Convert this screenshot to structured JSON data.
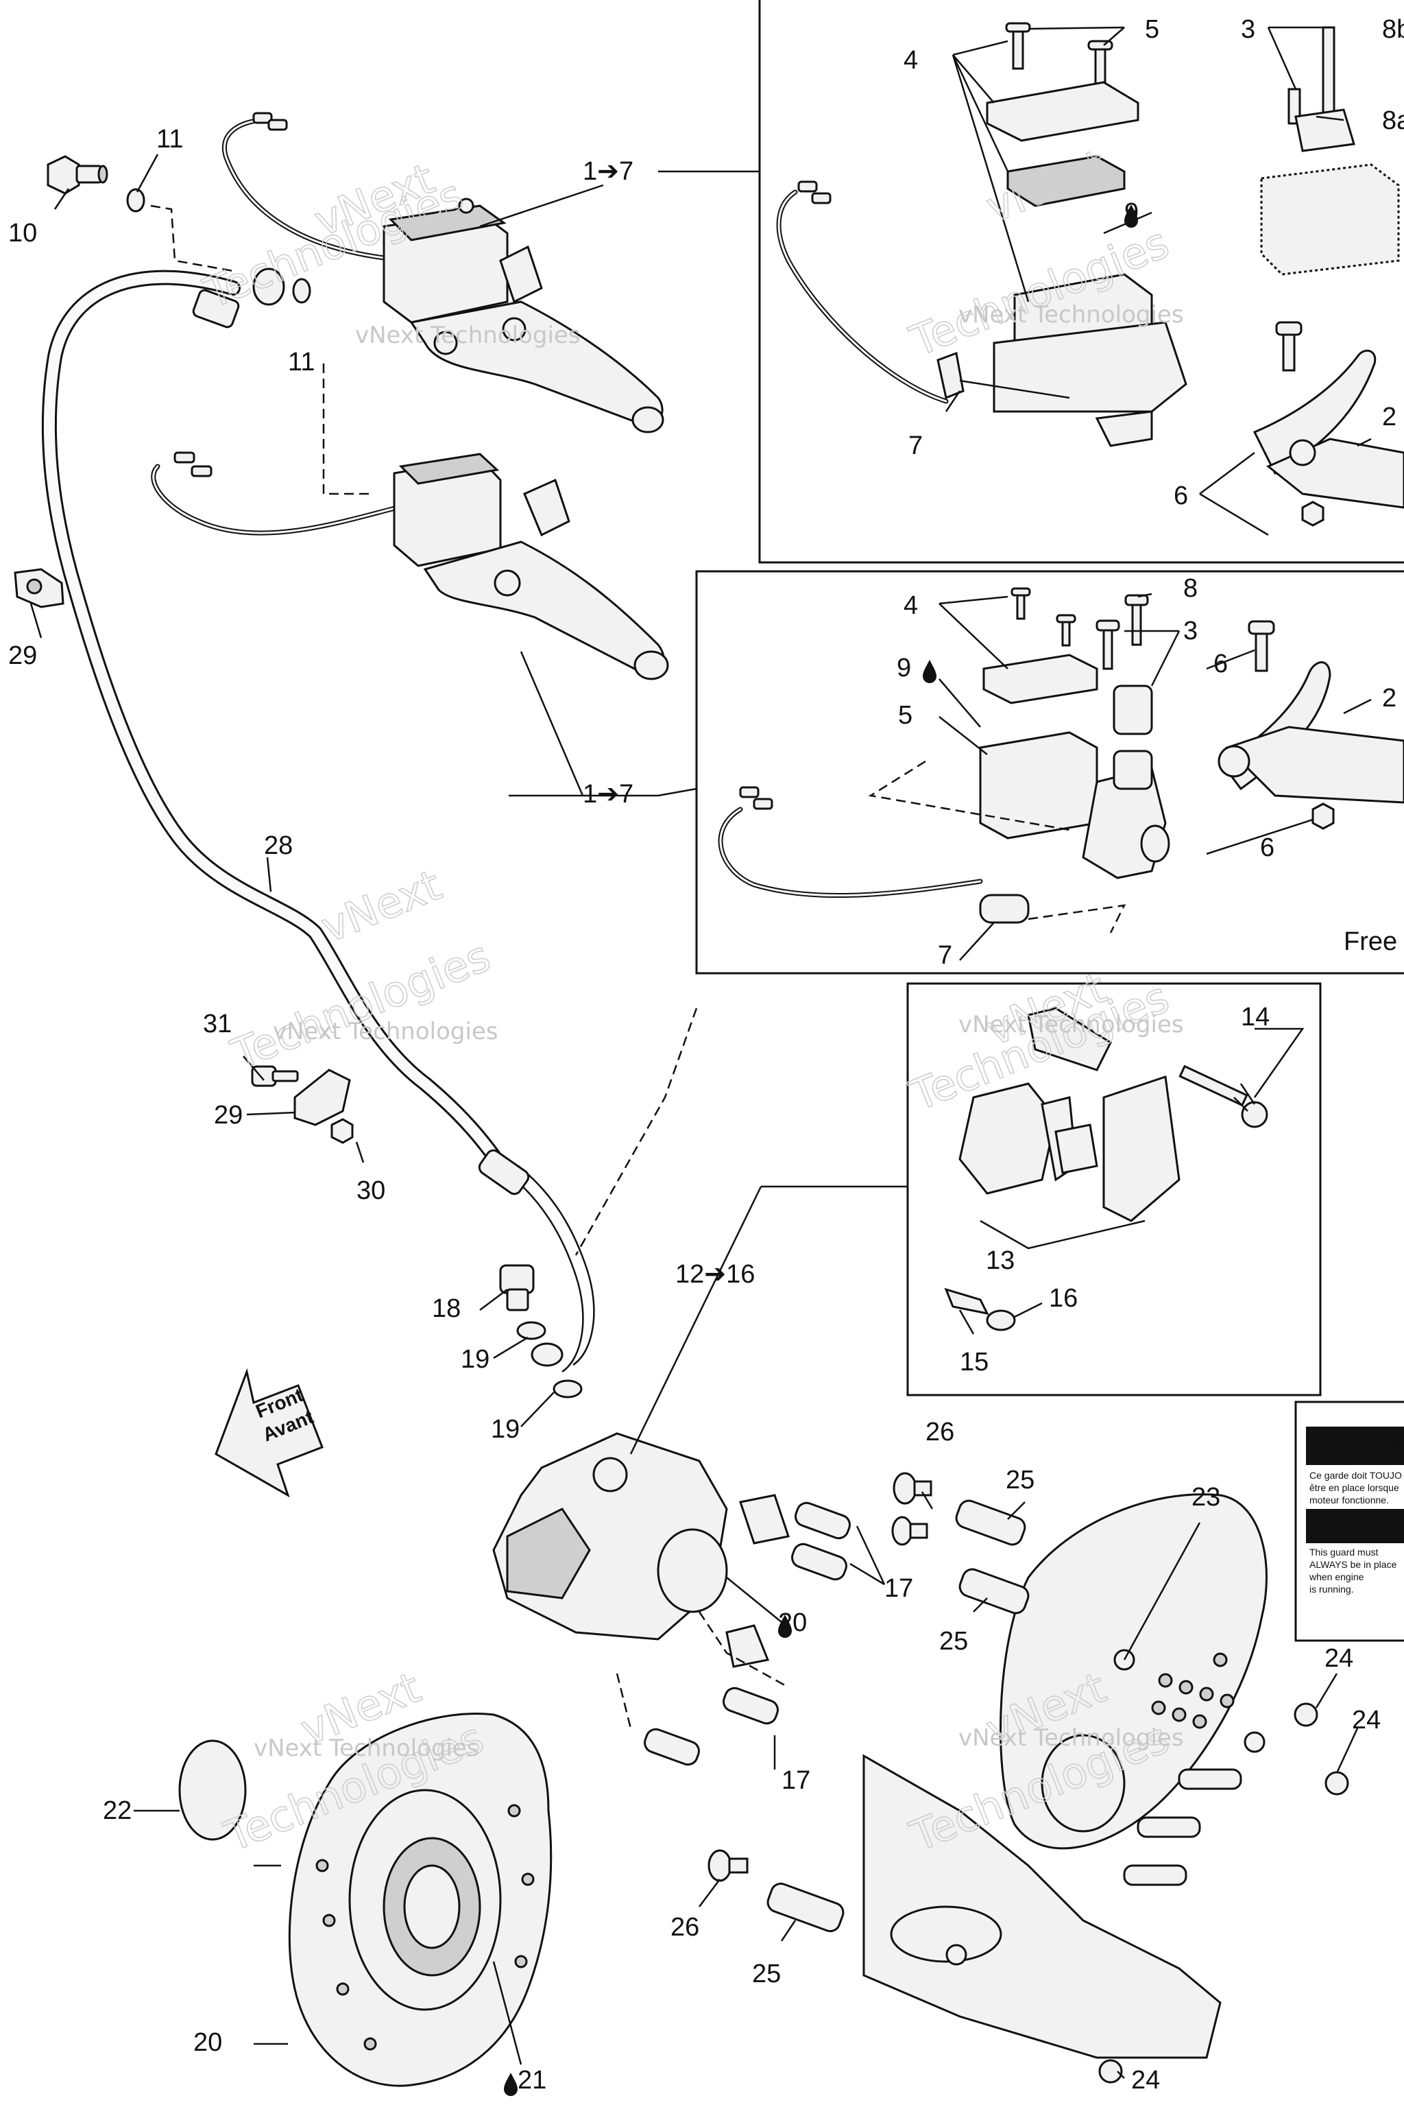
{
  "watermark": {
    "line1": "vNext",
    "line2": "Technologies",
    "small": "vNext Technologies"
  },
  "arrow": {
    "line1": "Front",
    "line2": "Avant"
  },
  "free_label": "Free",
  "warning_label": {
    "title_fr": "AVERTISSE",
    "text_fr_1": "Ce garde doit TOUJO",
    "text_fr_2": "être en place lorsque",
    "text_fr_3": "moteur fonctionne.",
    "title_en": "WARNING",
    "text_en_1": "This guard must",
    "text_en_2": "ALWAYS be in place",
    "text_en_3": "when engine",
    "text_en_4": "is running."
  },
  "callouts": {
    "c_1_7_top": "1➔7",
    "c_1_7_mid": "1➔7",
    "c_10": "10",
    "c_11a": "11",
    "c_11b": "11",
    "c_28": "28",
    "c_29a": "29",
    "c_29b": "29",
    "c_30": "30",
    "c_31": "31",
    "c_4a": "4",
    "c_5a": "5",
    "c_9a": "9",
    "c_7a": "7",
    "c_6a": "6",
    "c_3a": "3",
    "c_8b": "8b",
    "c_8a": "8a",
    "c_2a": "2",
    "c_4b": "4",
    "c_8c": "8",
    "c_3b": "3",
    "c_9b": "9",
    "c_5b": "5",
    "c_7b": "7",
    "c_6b": "6",
    "c_6c": "6",
    "c_2b": "2",
    "c_14": "14",
    "c_13": "13",
    "c_15": "15",
    "c_16": "16",
    "c_12_16": "12➔16",
    "c_18": "18",
    "c_19a": "19",
    "c_19b": "19",
    "c_20a": "20",
    "c_17a": "17",
    "c_17b": "17",
    "c_22": "22",
    "c_20b": "20",
    "c_21": "21",
    "c_23": "23",
    "c_24a": "24",
    "c_24b": "24",
    "c_24c": "24",
    "c_25a": "25",
    "c_25b": "25",
    "c_25c": "25",
    "c_26a": "26",
    "c_26b": "26"
  }
}
